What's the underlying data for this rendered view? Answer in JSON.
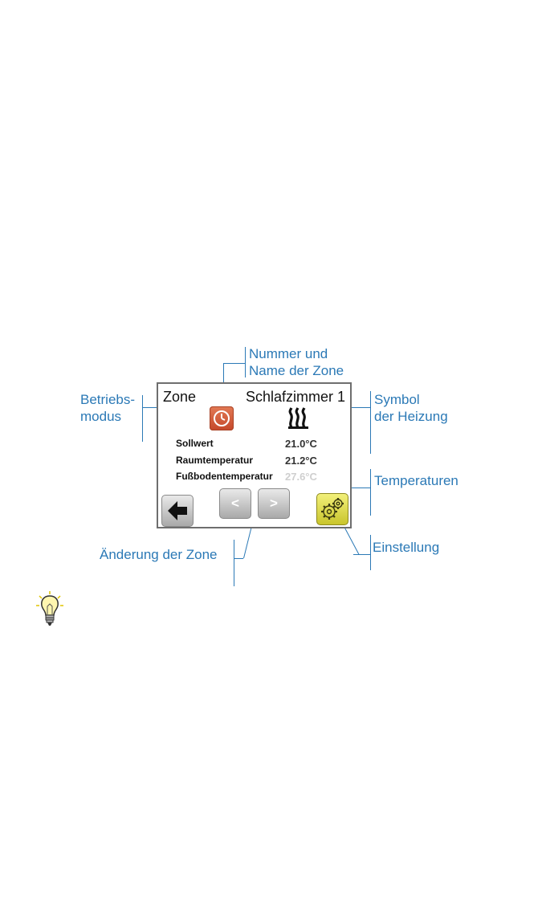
{
  "screen": {
    "zone_label": "Zone",
    "zone_name": "Schlafzimmer 1",
    "rows": [
      {
        "label": "Sollwert",
        "value": "21.0°C",
        "faded": false
      },
      {
        "label": "Raumtemperatur",
        "value": "21.2°C",
        "faded": false
      },
      {
        "label": "Fußbodentemperatur",
        "value": "27.6°C",
        "faded": true
      }
    ],
    "prev_label": "<",
    "next_label": ">",
    "icons": {
      "mode": "clock-icon",
      "heating": "heating-icon",
      "back": "arrow-left-icon",
      "settings": "gear-icon"
    },
    "colors": {
      "mode_button": "#d0563a",
      "settings_button": "#dcd94a",
      "nav_button": "#b8b8b8"
    }
  },
  "callouts": {
    "zone_number_name": [
      "Nummer  und",
      "Name der Zone"
    ],
    "mode": [
      "Betriebs-",
      "modus"
    ],
    "heating_symbol": [
      "Symbol",
      "der Heizung"
    ],
    "temperatures": "Temperaturen",
    "change_zone": "Änderung der Zone",
    "settings": "Einstellung"
  },
  "accent_color": "#2b79b6",
  "tip_icon": "lightbulb-icon"
}
